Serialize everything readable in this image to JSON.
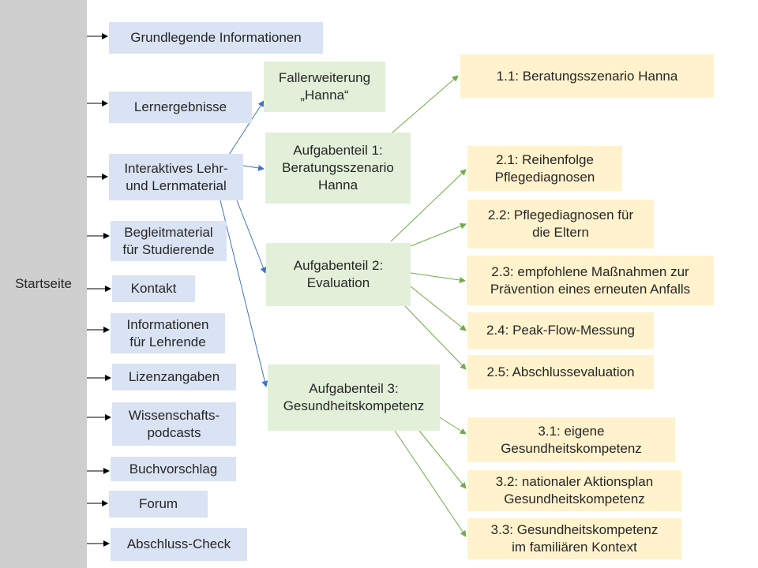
{
  "colors": {
    "sidebar": "#d0cfcf",
    "nav_box": "#dae3f3",
    "task_box": "#e2f0d9",
    "sub_box": "#fff2cc",
    "blue_connector": "#4472c4",
    "green_connector": "#70ad47"
  },
  "start": {
    "label": "Startseite"
  },
  "nav": [
    "Grundlegende Informationen",
    "Lernergebnisse",
    "Interaktives Lehr-\nund Lernmaterial",
    "Begleitmaterial\nfür Studierende",
    "Kontakt",
    "Informationen\nfür Lehrende",
    "Lizenzangaben",
    "Wissenschafts-\npodcasts",
    "Buchvorschlag",
    "Forum",
    "Abschluss-Check"
  ],
  "tasks": [
    "Fallerweiterung\n„Hanna“",
    "Aufgabenteil 1:\nBeratungsszenario\nHanna",
    "Aufgabenteil 2:\nEvaluation",
    "Aufgabenteil 3:\nGesundheitskompetenz"
  ],
  "subtasks": [
    "1.1: Beratungsszenario Hanna",
    "2.1: Reihenfolge\nPflegediagnosen",
    "2.2: Pflegediagnosen für\ndie Eltern",
    "2.3: empfohlene Maßnahmen zur\nPrävention eines erneuten Anfalls",
    "2.4: Peak-Flow-Messung",
    "2.5: Abschlussevaluation",
    "3.1: eigene\nGesundheitskompetenz",
    "3.2: nationaler Aktionsplan\nGesundheitskompetenz",
    "3.3: Gesundheitskompetenz\nim familiären Kontext"
  ]
}
